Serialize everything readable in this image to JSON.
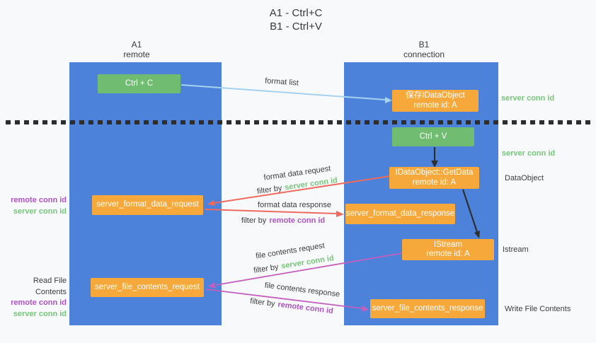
{
  "title": {
    "line1": "A1 - Ctrl+C",
    "line2": "B1 - Ctrl+V"
  },
  "lifelines": {
    "left": {
      "name": "A1",
      "role": "remote"
    },
    "right": {
      "name": "B1",
      "role": "connection"
    }
  },
  "nodes": {
    "ctrl_c": {
      "label": "Ctrl + C"
    },
    "save_dataobject": {
      "line1": "保存IDataObject",
      "line2": "remote id: A"
    },
    "ctrl_v": {
      "label": "Ctrl + V"
    },
    "getdata": {
      "line1": "IDataObject::GetData",
      "line2": "remote id: A"
    },
    "format_request": {
      "label": "server_format_data_request"
    },
    "format_response": {
      "label": "server_format_data_response"
    },
    "istream": {
      "line1": "IStream",
      "line2": "remote id: A"
    },
    "file_request": {
      "label": "server_file_contents_request"
    },
    "file_response": {
      "label": "server_file_contents_response"
    }
  },
  "edges": {
    "format_list": {
      "label": "format list"
    },
    "format_data_request": {
      "label": "format data request",
      "filter_prefix": "filter by",
      "filter_key": "server conn id"
    },
    "format_data_response": {
      "label": "format data response",
      "filter_prefix": "filter by",
      "filter_key": "remote conn id"
    },
    "file_contents_request": {
      "label": "file contents request",
      "filter_prefix": "filter by",
      "filter_key": "server conn id"
    },
    "file_contents_response": {
      "label": "file contents response",
      "filter_prefix": "filter by",
      "filter_key": "remote conn id"
    }
  },
  "annotations": {
    "server_conn_id_top": "server conn id",
    "server_conn_id_mid": "server conn id",
    "dataobject": "DataObject",
    "istream": "Istream",
    "write_file_contents": "Write File Contents",
    "read_file_contents": "Read File Contents",
    "left_top": {
      "remote": "remote conn id",
      "server": "server conn id"
    },
    "left_bottom": {
      "remote": "remote conn id",
      "server": "server conn id"
    }
  },
  "colors": {
    "lifeline_blue": "#4c82d9",
    "action_green": "#70bd71",
    "message_orange": "#f7a83a",
    "arrow_light_blue": "#a5d3ef",
    "arrow_red": "#ef6a5f",
    "arrow_magenta": "#c45fc0",
    "arrow_black": "#2f2f2f",
    "server_conn_green": "#77c57a",
    "remote_conn_purple": "#ae52c6"
  }
}
